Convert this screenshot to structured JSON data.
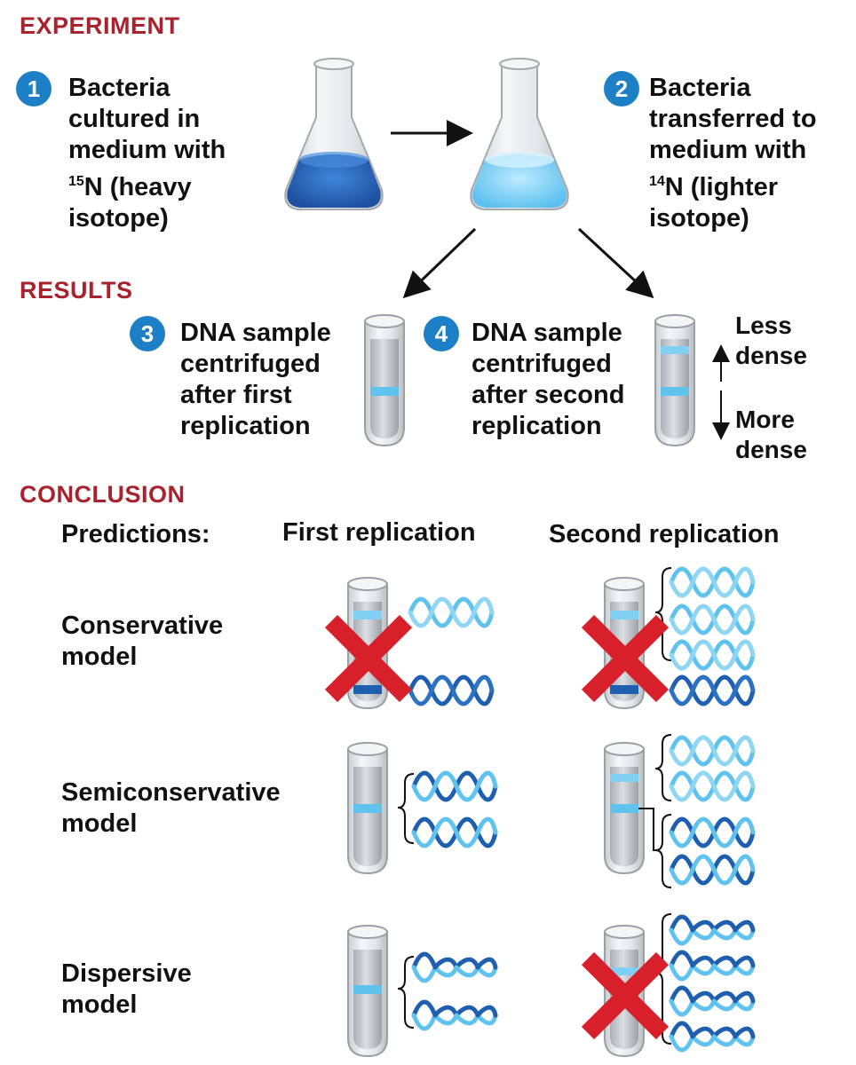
{
  "sections": {
    "experiment": "EXPERIMENT",
    "results": "RESULTS",
    "conclusion": "CONCLUSION"
  },
  "steps": [
    {
      "number": "1",
      "lines": [
        "Bacteria",
        "cultured in",
        "medium with"
      ],
      "isotope_mass": "15",
      "isotope_rest": "N (heavy",
      "last_line": "isotope)"
    },
    {
      "number": "2",
      "lines": [
        "Bacteria",
        "transferred to",
        "medium with"
      ],
      "isotope_mass": "14",
      "isotope_rest": "N (lighter",
      "last_line": "isotope)"
    },
    {
      "number": "3",
      "lines": [
        "DNA sample",
        "centrifuged",
        "after first",
        "replication"
      ]
    },
    {
      "number": "4",
      "lines": [
        "DNA sample",
        "centrifuged",
        "after second",
        "replication"
      ]
    }
  ],
  "density_scale": {
    "top_lines": [
      "Less",
      "dense"
    ],
    "bottom_lines": [
      "More",
      "dense"
    ]
  },
  "conclusion": {
    "predictions_label": "Predictions:",
    "columns": [
      "First replication",
      "Second replication"
    ],
    "models": [
      {
        "lines": [
          "Conservative",
          "model"
        ],
        "first_rejected": true,
        "second_rejected": true
      },
      {
        "lines": [
          "Semiconservative",
          "model"
        ],
        "first_rejected": false,
        "second_rejected": false
      },
      {
        "lines": [
          "Dispersive",
          "model"
        ],
        "first_rejected": false,
        "second_rejected": true
      }
    ]
  },
  "colors": {
    "section_heading": "#a8232d",
    "badge": "#1d7fc6",
    "heavy_dna": "#1f5fb0",
    "light_dna": "#5fc3ee",
    "reject_cross": "#d8202a"
  }
}
